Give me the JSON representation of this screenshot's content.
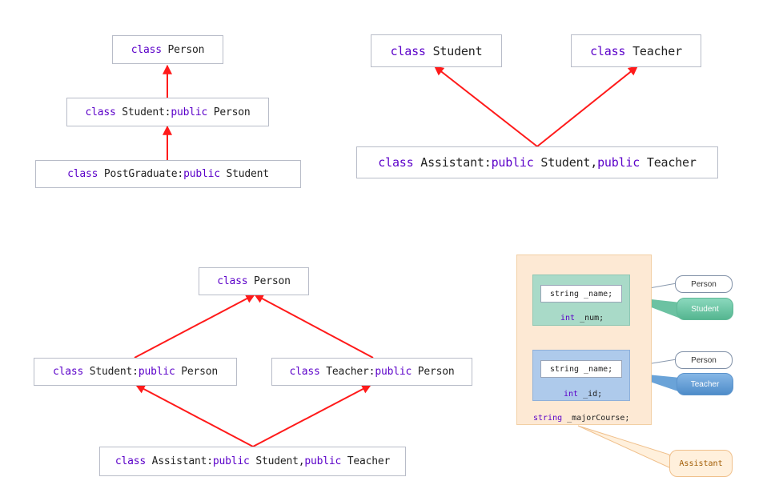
{
  "diagram1": {
    "person": {
      "kw": "class",
      "name": " Person"
    },
    "student": {
      "kw": "class",
      "name": " Student:",
      "kw2": "public",
      "base": " Person"
    },
    "postgraduate": {
      "kw": "class",
      "name": " PostGraduate:",
      "kw2": "public",
      "base": " Student"
    }
  },
  "diagram2": {
    "student": {
      "kw": "class",
      "name": " Student"
    },
    "teacher": {
      "kw": "class",
      "name": " Teacher"
    },
    "assistant": {
      "kw": "class",
      "name": " Assistant:",
      "kw2": "public",
      "base1": " Student,",
      "kw3": "public",
      "base2": " Teacher"
    }
  },
  "diagram3": {
    "person": {
      "kw": "class",
      "name": " Person"
    },
    "student": {
      "kw": "class",
      "name": " Student:",
      "kw2": "public",
      "base": " Person"
    },
    "teacher": {
      "kw": "class",
      "name": " Teacher:",
      "kw2": "public",
      "base": " Person"
    },
    "assistant": {
      "kw": "class",
      "name": " Assistant:",
      "kw2": "public",
      "base1": " Student,",
      "kw3": "public",
      "base2": " Teacher"
    }
  },
  "memory": {
    "student_part": {
      "field": "string _name;",
      "member_kw": "int",
      "member": " _num;"
    },
    "teacher_part": {
      "field": "string _name;",
      "member_kw": "int",
      "member": " _id;"
    },
    "own_member": {
      "kw": "string",
      "name": " _majorCourse;"
    },
    "callouts": {
      "person_top": "Person",
      "student": "Student",
      "person_bottom": "Person",
      "teacher": "Teacher",
      "assistant": "Assistant"
    }
  },
  "colors": {
    "arrow": "#ff1a1a",
    "keyword": "#5b00c9",
    "panel": "#fde9d4",
    "student_block": "#a9dac8",
    "teacher_block": "#aecaeb"
  }
}
